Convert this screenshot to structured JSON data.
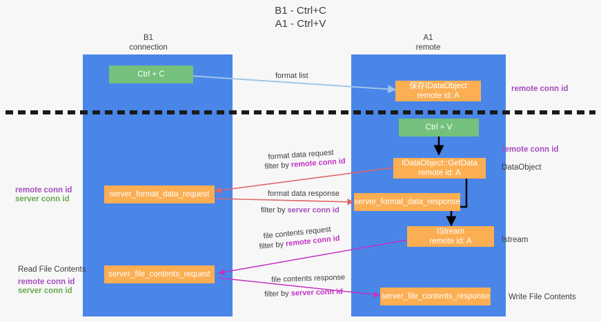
{
  "title": {
    "line1": "B1 - Ctrl+C",
    "line2": "A1 - Ctrl+V"
  },
  "columns": [
    {
      "name": "B1",
      "role": "connection"
    },
    {
      "name": "A1",
      "role": "remote"
    }
  ],
  "boxes": {
    "ctrl_c": {
      "label": "Ctrl + C"
    },
    "ctrl_v": {
      "label": "Ctrl + V"
    },
    "idataobject": {
      "line1": "保存IDataObject",
      "line2": "remote id: A"
    },
    "getdata": {
      "line1": "IDataObject::GetData",
      "line2": "remote id: A"
    },
    "istream": {
      "line1": "IStream",
      "line2": "remote id: A"
    },
    "server_format_data_request": {
      "label": "server_format_data_request"
    },
    "server_format_data_response": {
      "label": "server_format_data_response"
    },
    "server_file_contents_request": {
      "label": "server_file_contents_request"
    },
    "server_file_contents_response": {
      "label": "server_file_contents_response"
    }
  },
  "edge_labels": {
    "format_list": "format list",
    "format_data_request": "format data request",
    "format_data_request_filter_prefix": "filter by ",
    "format_data_request_filter_key": "remote conn id",
    "format_data_response": "format data response",
    "format_data_response_filter_prefix": "filter by ",
    "format_data_response_filter_key": "server conn id",
    "file_contents_request": "file contents request",
    "file_contents_request_filter_prefix": "filter by ",
    "file_contents_request_filter_key": "remote conn id",
    "file_contents_response": "file contents response",
    "file_contents_response_filter_prefix": "filter by ",
    "file_contents_response_filter_key": "server conn id"
  },
  "annotations": {
    "right_remote_conn_id_top": "remote conn id",
    "right_remote_conn_id_mid": "remote conn id",
    "right_dataobject": "DataObject",
    "right_istream": "Istream",
    "right_write_file_contents": "Write File Contents",
    "left_remote_conn_id_mid": "remote conn id",
    "left_server_conn_id_mid": "server conn id",
    "left_read_file_contents": "Read File Contents",
    "left_remote_conn_id_bottom": "remote conn id",
    "left_server_conn_id_bottom": "server conn id"
  },
  "colors": {
    "lane": "#4a86e8",
    "green_box": "#74c07c",
    "orange_box": "#fbae52",
    "purple": "#a64dbd",
    "green_text": "#6aa84f",
    "magenta": "#c232c2",
    "arrow_blue": "#9fc5e8",
    "arrow_red": "#e06666",
    "arrow_black": "#000000",
    "divider": "#1a1a1a",
    "background": "#f7f7f7"
  },
  "divider": {
    "name": "dashed-divider",
    "style": "dashed"
  }
}
